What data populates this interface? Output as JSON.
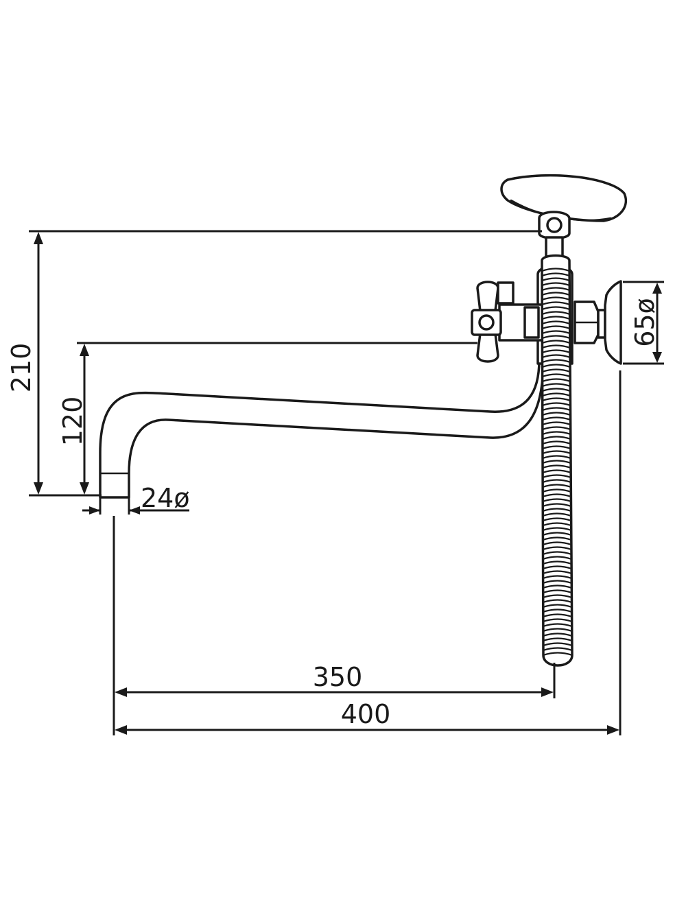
{
  "diagram": {
    "dimensions": {
      "height_total": "210",
      "spout_height": "120",
      "spout_diameter": "24ø",
      "flange_diameter": "65ø",
      "hose_reach": "350",
      "total_length": "400"
    },
    "colors": {
      "line": "#1a1a1a",
      "background": "#ffffff"
    }
  }
}
